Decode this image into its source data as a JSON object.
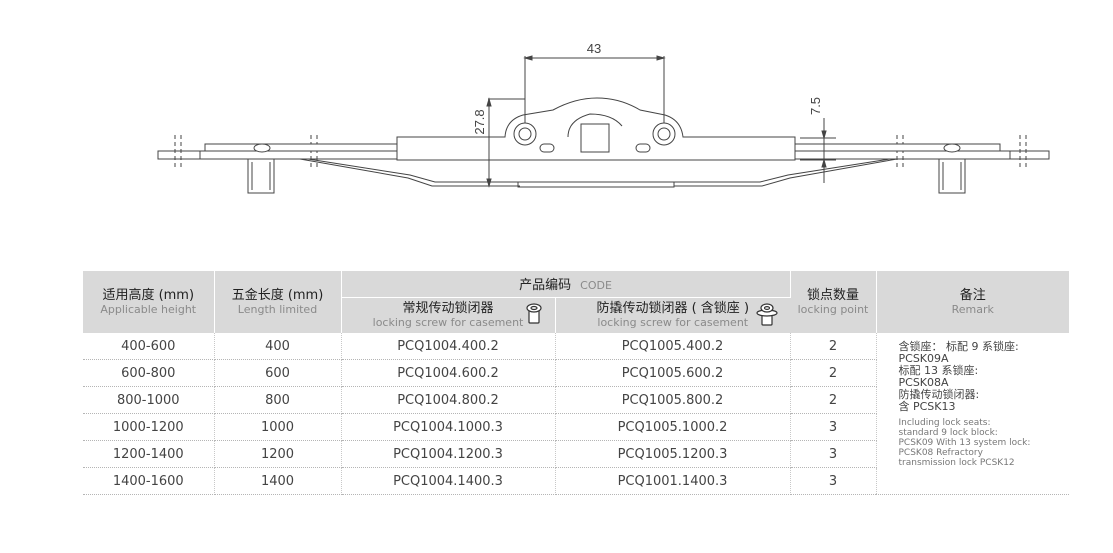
{
  "drawing": {
    "dim_width": "43",
    "dim_height": "27.8",
    "dim_offset": "7.5",
    "line_color": "#444444"
  },
  "table": {
    "headers": {
      "height": {
        "zh": "适用高度 (mm)",
        "en": "Applicable height"
      },
      "length": {
        "zh": "五金长度 (mm)",
        "en": "Length limited"
      },
      "code": {
        "zh": "产品编码",
        "en": "CODE"
      },
      "standard": {
        "zh": "常规传动锁闭器",
        "en": "locking screw for casement"
      },
      "antipry": {
        "zh": "防撬传动锁闭器 ( 含锁座 )",
        "en": "locking screw for casement"
      },
      "points": {
        "zh": "锁点数量",
        "en": "locking point"
      },
      "remark": {
        "zh": "备注",
        "en": "Remark"
      }
    },
    "rows": [
      {
        "height": "400-600",
        "length": "400",
        "standard": "PCQ1004.400.2",
        "antipry": "PCQ1005.400.2",
        "points": "2"
      },
      {
        "height": "600-800",
        "length": "600",
        "standard": "PCQ1004.600.2",
        "antipry": "PCQ1005.600.2",
        "points": "2"
      },
      {
        "height": "800-1000",
        "length": "800",
        "standard": "PCQ1004.800.2",
        "antipry": "PCQ1005.800.2",
        "points": "2"
      },
      {
        "height": "1000-1200",
        "length": "1000",
        "standard": "PCQ1004.1000.3",
        "antipry": "PCQ1005.1000.2",
        "points": "3"
      },
      {
        "height": "1200-1400",
        "length": "1200",
        "standard": "PCQ1004.1200.3",
        "antipry": "PCQ1005.1200.3",
        "points": "3"
      },
      {
        "height": "1400-1600",
        "length": "1400",
        "standard": "PCQ1004.1400.3",
        "antipry": "PCQ1001.1400.3",
        "points": "3"
      }
    ],
    "remark": {
      "zh": [
        "含锁座： 标配 9 系锁座:",
        "PCSK09A",
        "标配 13 系锁座:",
        "PCSK08A",
        "防撬传动锁闭器:",
        "含 PCSK13"
      ],
      "en": [
        "Including lock seats:",
        "standard 9 lock block:",
        "PCSK09 With 13 system lock:",
        "PCSK08 Refractory",
        "transmission lock PCSK12"
      ]
    }
  }
}
